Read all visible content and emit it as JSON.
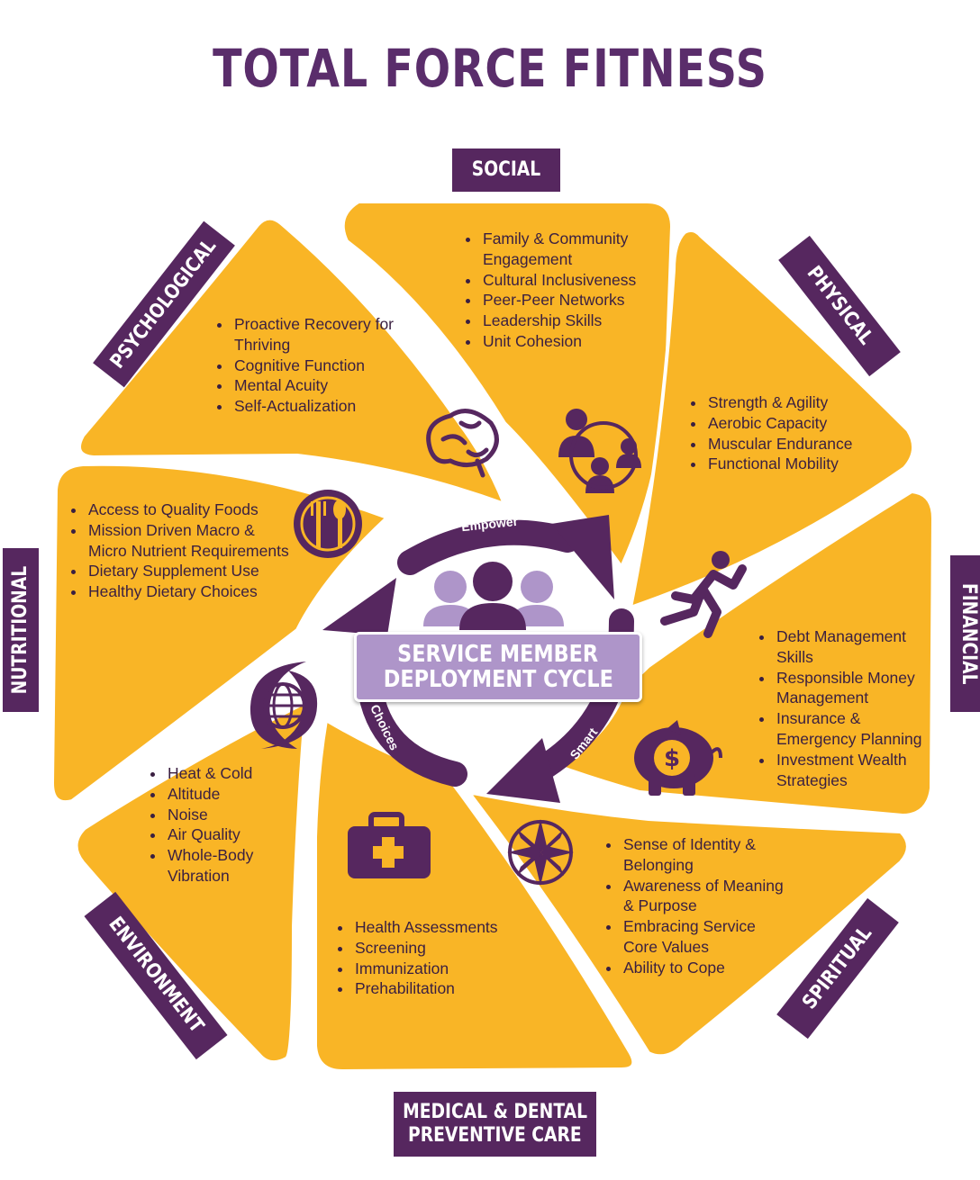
{
  "title": "TOTAL FORCE FITNESS",
  "colors": {
    "purple": "#56275f",
    "gold": "#f9b526",
    "lavender": "#ae95c9"
  },
  "center": {
    "title_line1": "SERVICE MEMBER",
    "title_line2": "DEPLOYMENT CYCLE",
    "arrow_labels": [
      "Empower",
      "Smart",
      "Choices"
    ]
  },
  "domains": {
    "social": {
      "label": "SOCIAL",
      "icon": "community-network-icon",
      "items": [
        "Family & Community Engagement",
        "Cultural Inclusiveness",
        "Peer-Peer Networks",
        "Leadership Skills",
        "Unit Cohesion"
      ]
    },
    "physical": {
      "label": "PHYSICAL",
      "icon": "running-person-icon",
      "items": [
        "Strength & Agility",
        "Aerobic Capacity",
        "Muscular Endurance",
        "Functional Mobility"
      ]
    },
    "financial": {
      "label": "FINANCIAL",
      "icon": "piggy-bank-icon",
      "items": [
        "Debt Management Skills",
        "Responsible Money Management",
        "Insurance & Emergency Planning",
        "Investment Wealth Strategies"
      ]
    },
    "spiritual": {
      "label": "SPIRITUAL",
      "icon": "compass-rose-icon",
      "items": [
        "Sense of Identity & Belonging",
        "Awareness of Meaning & Purpose",
        "Embracing Service Core Values",
        "Ability to Cope"
      ]
    },
    "medical": {
      "label_line1": "MEDICAL & DENTAL",
      "label_line2": "PREVENTIVE CARE",
      "icon": "medical-kit-icon",
      "items": [
        "Health Assessments",
        "Screening",
        "Immunization",
        "Prehabilitation"
      ]
    },
    "environment": {
      "label": "ENVIRONMENT",
      "icon": "globe-storm-icon",
      "items": [
        "Heat & Cold",
        "Altitude",
        "Noise",
        "Air Quality",
        "Whole-Body Vibration"
      ]
    },
    "nutritional": {
      "label": "NUTRITIONAL",
      "icon": "fork-spoon-plate-icon",
      "items": [
        "Access to Quality Foods",
        "Mission Driven Macro & Micro Nutrient Requirements",
        "Dietary Supplement Use",
        "Healthy Dietary Choices"
      ]
    },
    "psychological": {
      "label": "PSYCHOLOGICAL",
      "icon": "brain-icon",
      "items": [
        "Proactive Recovery for Thriving",
        "Cognitive Function",
        "Mental Acuity",
        "Self-Actualization"
      ]
    }
  }
}
